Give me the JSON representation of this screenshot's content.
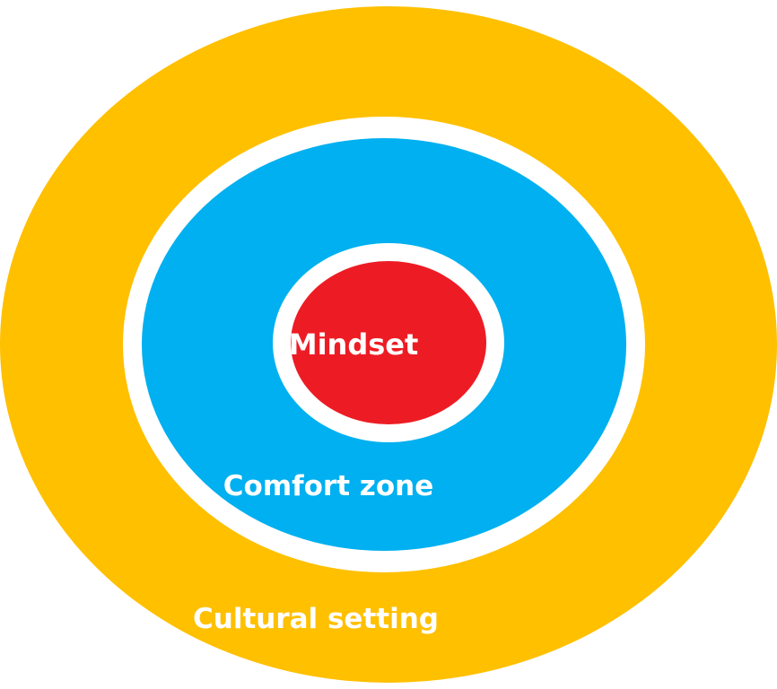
{
  "diagram": {
    "layers": {
      "outer": {
        "label": "Cultural setting",
        "color": "#FFC000"
      },
      "middle": {
        "label": "Comfort zone",
        "color": "#00B0F0"
      },
      "inner": {
        "label": "Mindset",
        "color": "#ED1C24"
      }
    },
    "separator_color": "#FFFFFF",
    "label_color": "#FFFFFF"
  }
}
